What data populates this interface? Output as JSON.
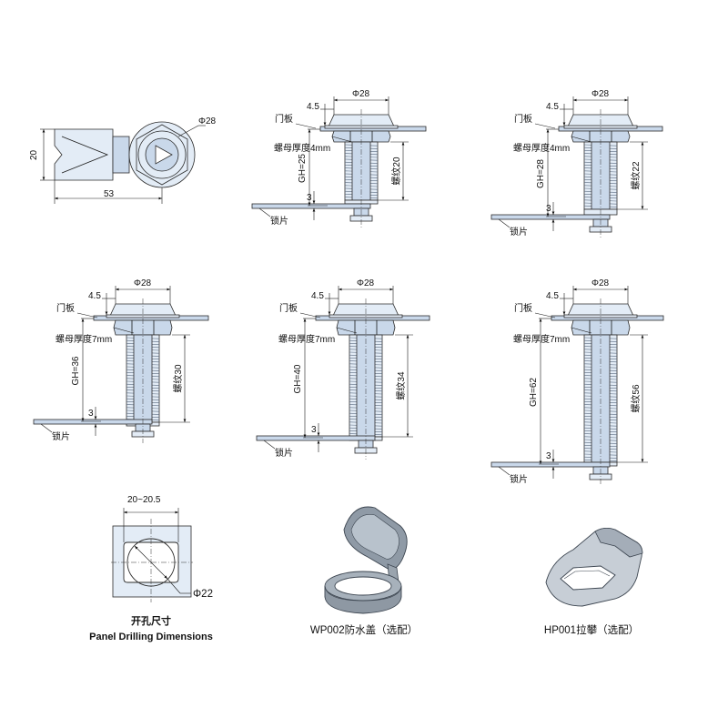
{
  "top_view": {
    "height_label": "20",
    "length_label": "53",
    "diameter_label": "Φ28"
  },
  "common": {
    "diameter_label": "Φ28",
    "panel_offset_label": "4.5",
    "panel_label": "门板",
    "cam_thickness_label": "3",
    "cam_label": "锁片"
  },
  "variants": [
    {
      "gh_label": "GH=25",
      "nut_label": "螺母厚度4mm",
      "thread_label": "螺纹20"
    },
    {
      "gh_label": "GH=28",
      "nut_label": "螺母厚度4mm",
      "thread_label": "螺纹22"
    },
    {
      "gh_label": "GH=36",
      "nut_label": "螺母厚度7mm",
      "thread_label": "螺纹30"
    },
    {
      "gh_label": "GH=40",
      "nut_label": "螺母厚度7mm",
      "thread_label": "螺纹34"
    },
    {
      "gh_label": "GH=62",
      "nut_label": "螺母厚度7mm",
      "thread_label": "螺纹56"
    }
  ],
  "panel_cutout": {
    "width_label": "20~20.5",
    "diameter_label": "Φ22",
    "title_cn": "开孔尺寸",
    "title_en": "Panel Drilling Dimensions"
  },
  "accessories": [
    {
      "caption": "WP002防水盖（选配）"
    },
    {
      "caption": "HP001拉攀（选配）"
    }
  ]
}
